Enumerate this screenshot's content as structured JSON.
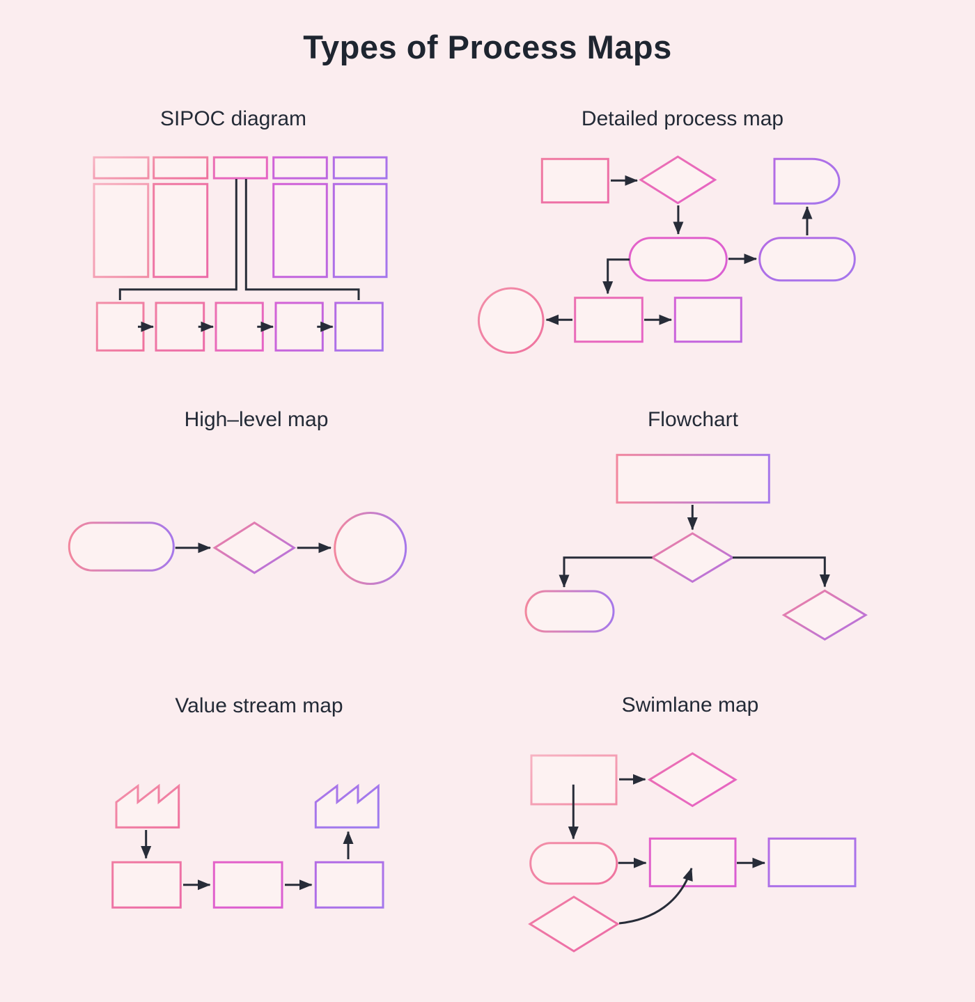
{
  "page": {
    "title": "Types of Process Maps",
    "background_color": "#FBEDEF",
    "title_color": "#1E2530",
    "heading_color": "#232A36",
    "connector_color": "#272C38",
    "shape_fill": "#FDF2F2"
  },
  "palette": {
    "pink_light": "#F7B3C2",
    "pink": "#F28FA8",
    "pink_deep": "#F07CA2",
    "magenta_pink": "#EC70B0",
    "magenta": "#E462C8",
    "magenta_purple": "#D462D6",
    "purple": "#B46BE4",
    "violet": "#AB74E8"
  },
  "sections": [
    {
      "id": "sipoc",
      "label": "SIPOC diagram"
    },
    {
      "id": "detailed-process-map",
      "label": "Detailed process map"
    },
    {
      "id": "high-level-map",
      "label": "High–level map"
    },
    {
      "id": "flowchart",
      "label": "Flowchart"
    },
    {
      "id": "value-stream-map",
      "label": "Value stream map"
    },
    {
      "id": "swimlane-map",
      "label": "Swimlane map"
    }
  ]
}
